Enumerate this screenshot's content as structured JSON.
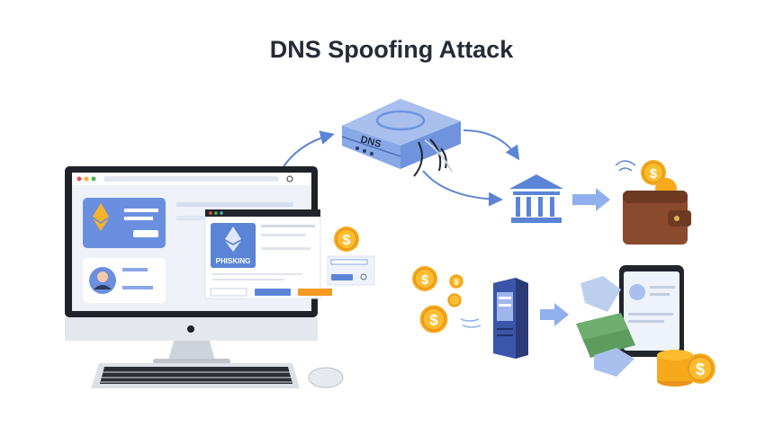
{
  "title": "DNS Spoofing Attack",
  "dns_label": "DNS",
  "phishing_label": "PHISKING",
  "currency_symbol": "$",
  "colors": {
    "accent": "#5b84d6",
    "server": "#7b9ee0",
    "coin": "#f6a91a",
    "orange": "#f59a1e",
    "dark": "#22252c"
  }
}
